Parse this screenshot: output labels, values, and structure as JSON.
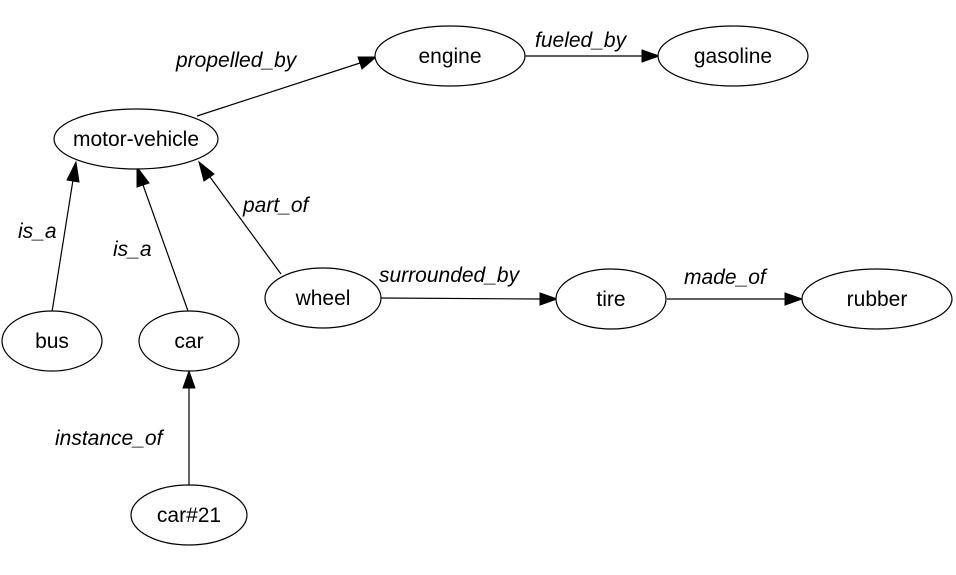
{
  "nodes": {
    "motor_vehicle": "motor-vehicle",
    "engine": "engine",
    "gasoline": "gasoline",
    "bus": "bus",
    "car": "car",
    "car21": "car#21",
    "wheel": "wheel",
    "tire": "tire",
    "rubber": "rubber"
  },
  "edges": {
    "motor_vehicle_engine": "propelled_by",
    "engine_gasoline": "fueled_by",
    "bus_motor_vehicle": "is_a",
    "car_motor_vehicle": "is_a",
    "wheel_motor_vehicle": "part_of",
    "wheel_tire": "surrounded_by",
    "tire_rubber": "made_of",
    "car21_car": "instance_of"
  }
}
